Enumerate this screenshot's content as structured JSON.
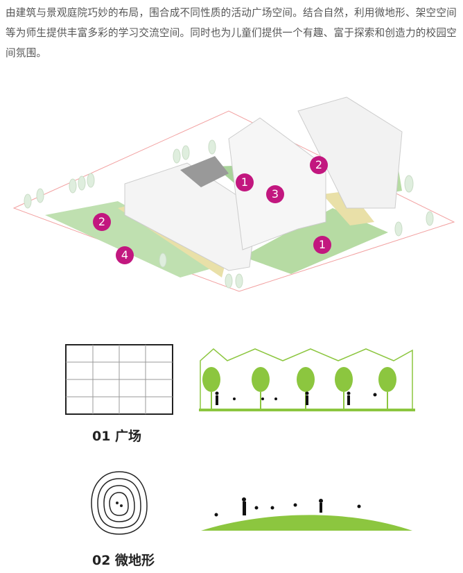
{
  "paragraph": "由建筑与景观庭院巧妙的布局，围合成不同性质的活动广场空间。结合自然，利用微地形、架空空间等为师生提供丰富多彩的学习交流空间。同时也为儿童们提供一个有趣、富于探索和创造力的校园空间氛围。",
  "markers": [
    "1",
    "1",
    "2",
    "2",
    "3",
    "4"
  ],
  "colors": {
    "marker": "#c2177f",
    "lawn": "#b9dcaa",
    "path": "#e6dca0",
    "tree": "#8cc63f"
  },
  "diagrams": [
    {
      "label": "01 广场"
    },
    {
      "label": "02 微地形"
    }
  ]
}
